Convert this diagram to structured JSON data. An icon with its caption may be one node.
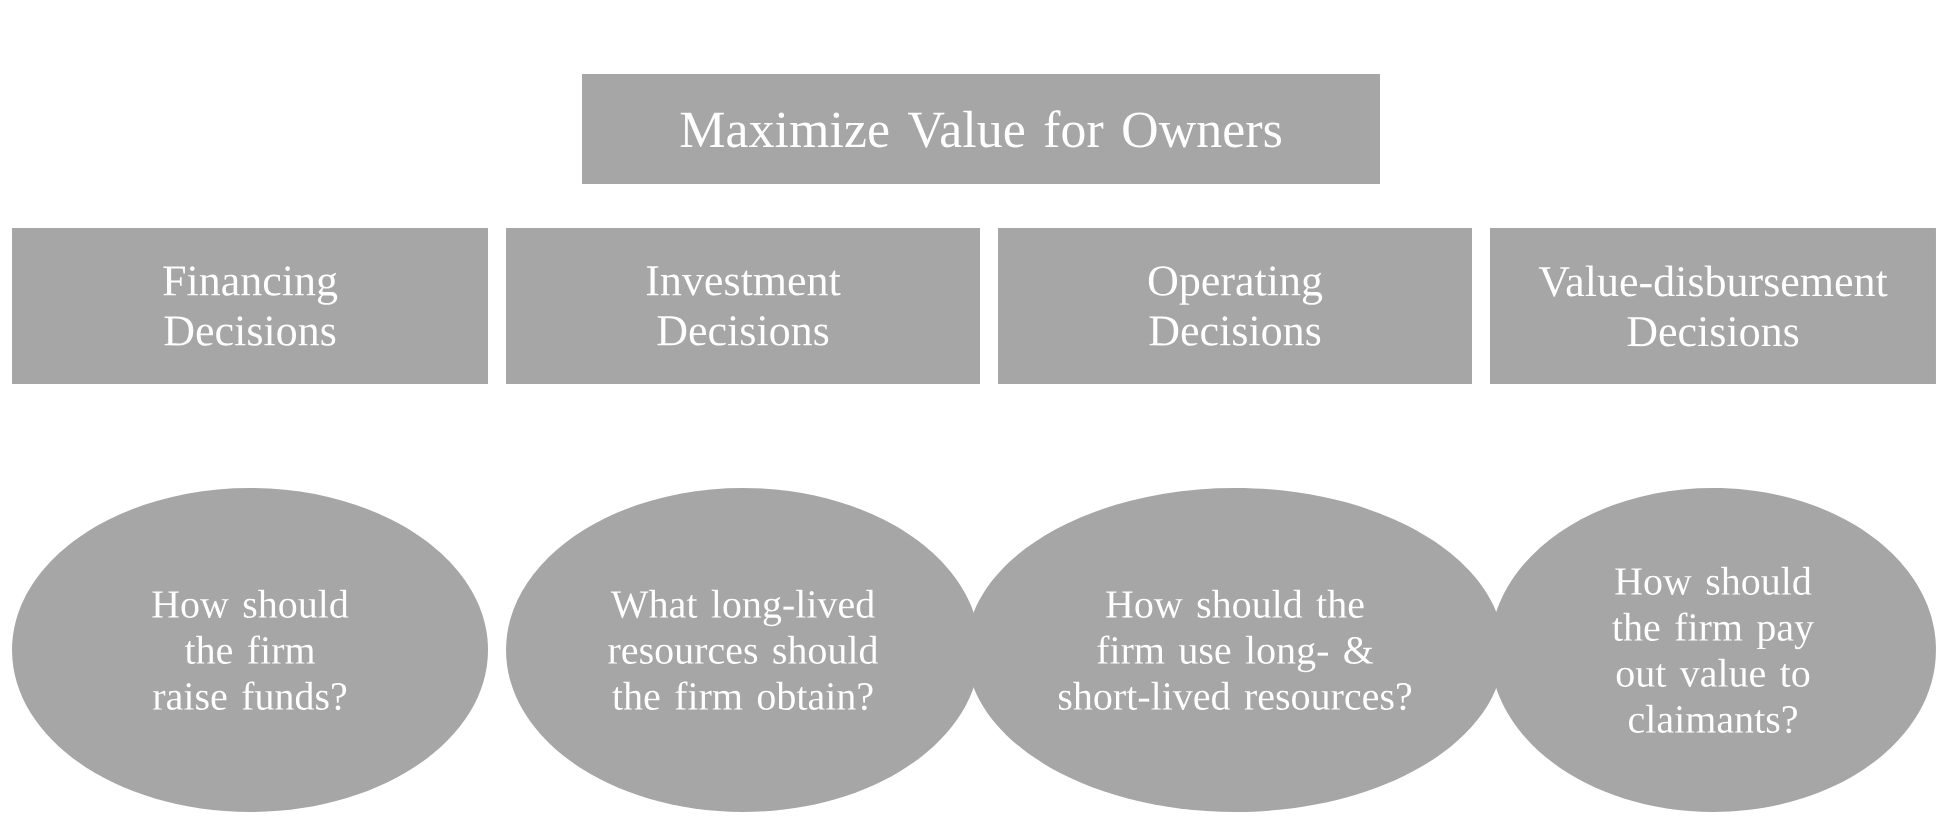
{
  "diagram": {
    "nodes": [
      {
        "text": [
          "Maximize Value for Owners"
        ]
      },
      {
        "text": [
          "Financing Decisions"
        ]
      },
      {
        "text": [
          "Investment Decisions"
        ]
      },
      {
        "text": [
          "Operating Decisions"
        ]
      },
      {
        "text": [
          "Value-disbursement Decisions"
        ]
      },
      {
        "text": [
          "How should the firm raise funds?"
        ]
      },
      {
        "text": [
          "What long-lived resources should the firm obtain?"
        ]
      },
      {
        "text": [
          "How should the firm use long- & short-lived resources?"
        ]
      },
      {
        "text": [
          "How should the firm pay out value to claimants?"
        ]
      }
    ]
  }
}
